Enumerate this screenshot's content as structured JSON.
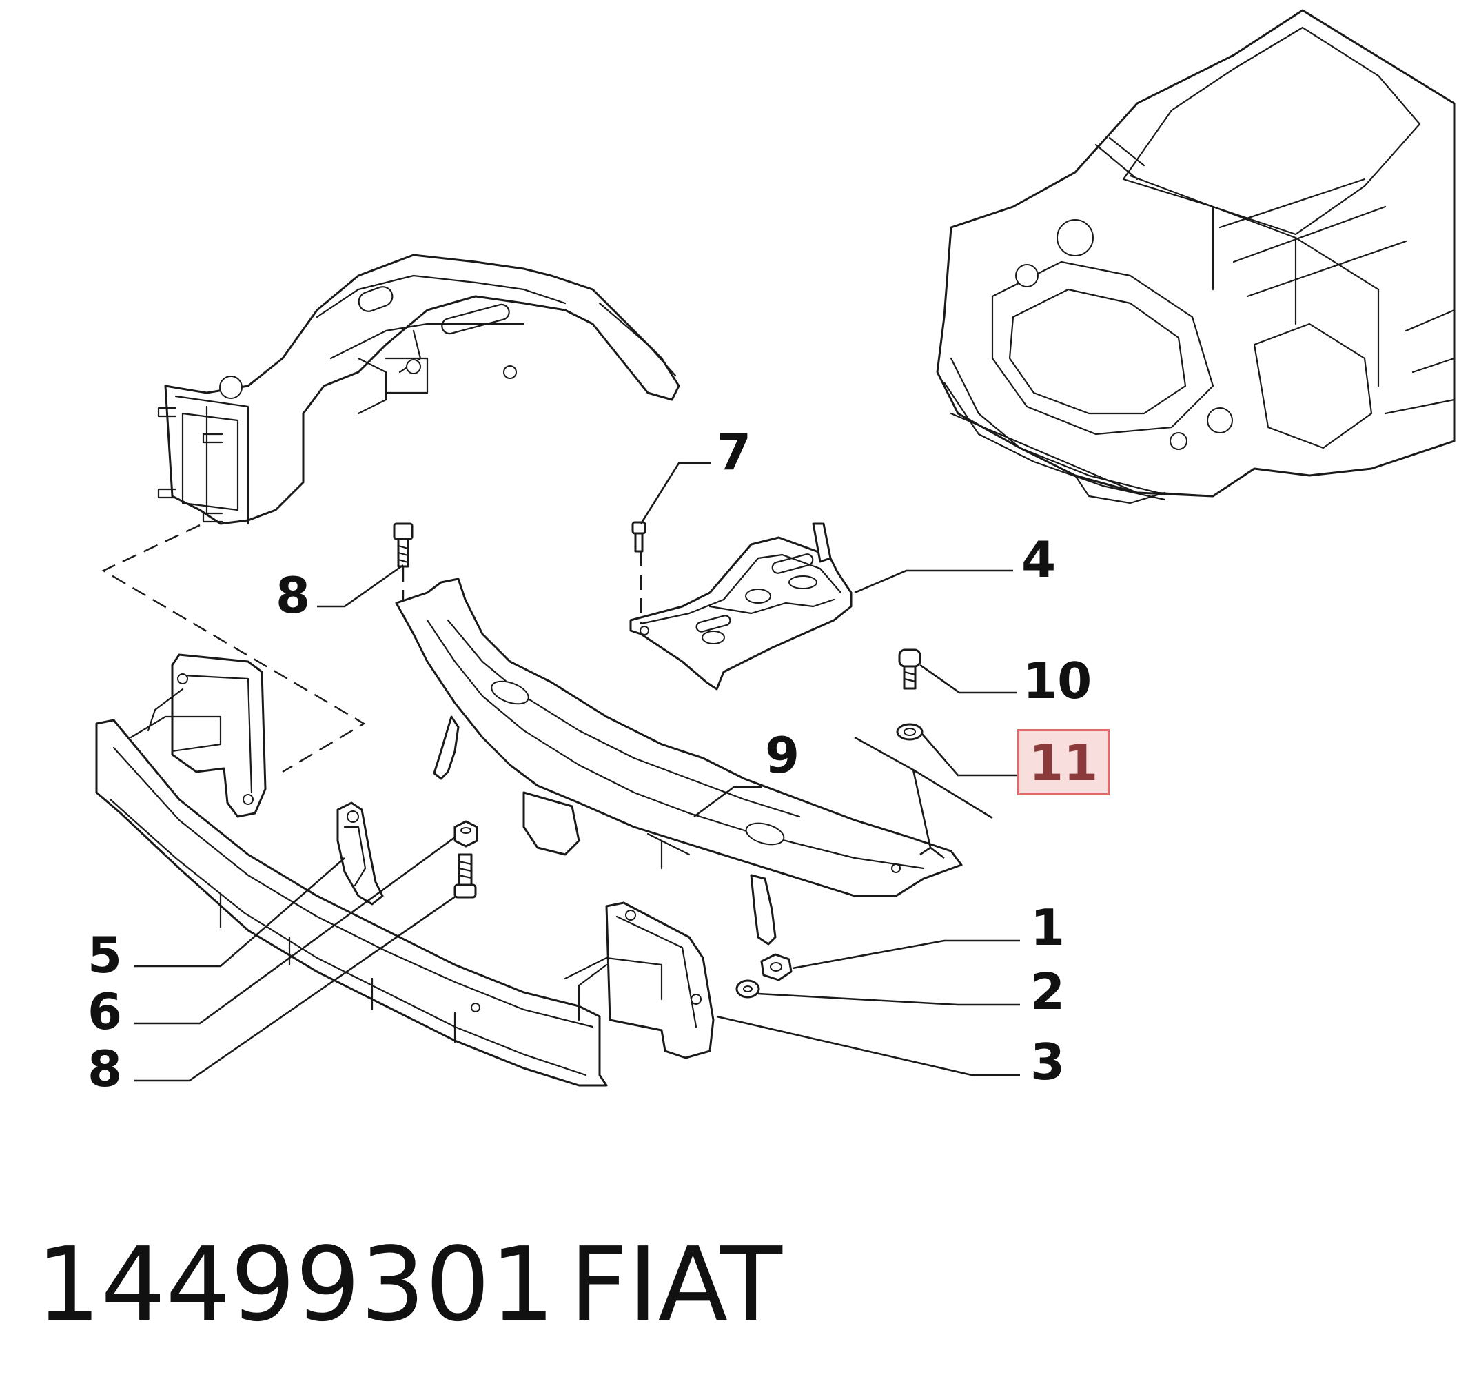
{
  "callouts": [
    {
      "id": "c7",
      "label": "7"
    },
    {
      "id": "c4",
      "label": "4"
    },
    {
      "id": "c8a",
      "label": "8"
    },
    {
      "id": "c10",
      "label": "10"
    },
    {
      "id": "c11",
      "label": "11",
      "highlight": true
    },
    {
      "id": "c9",
      "label": "9"
    },
    {
      "id": "c1",
      "label": "1"
    },
    {
      "id": "c2",
      "label": "2"
    },
    {
      "id": "c5",
      "label": "5"
    },
    {
      "id": "c6",
      "label": "6"
    },
    {
      "id": "c8b",
      "label": "8"
    },
    {
      "id": "c3",
      "label": "3"
    }
  ],
  "footer": {
    "part_number": "14499301",
    "brand": "FIAT"
  },
  "colors": {
    "line": "#1a1a1a",
    "highlight_fill": "#f9dede",
    "highlight_border": "#e06a6a",
    "highlight_text": "#8a3a3a"
  }
}
